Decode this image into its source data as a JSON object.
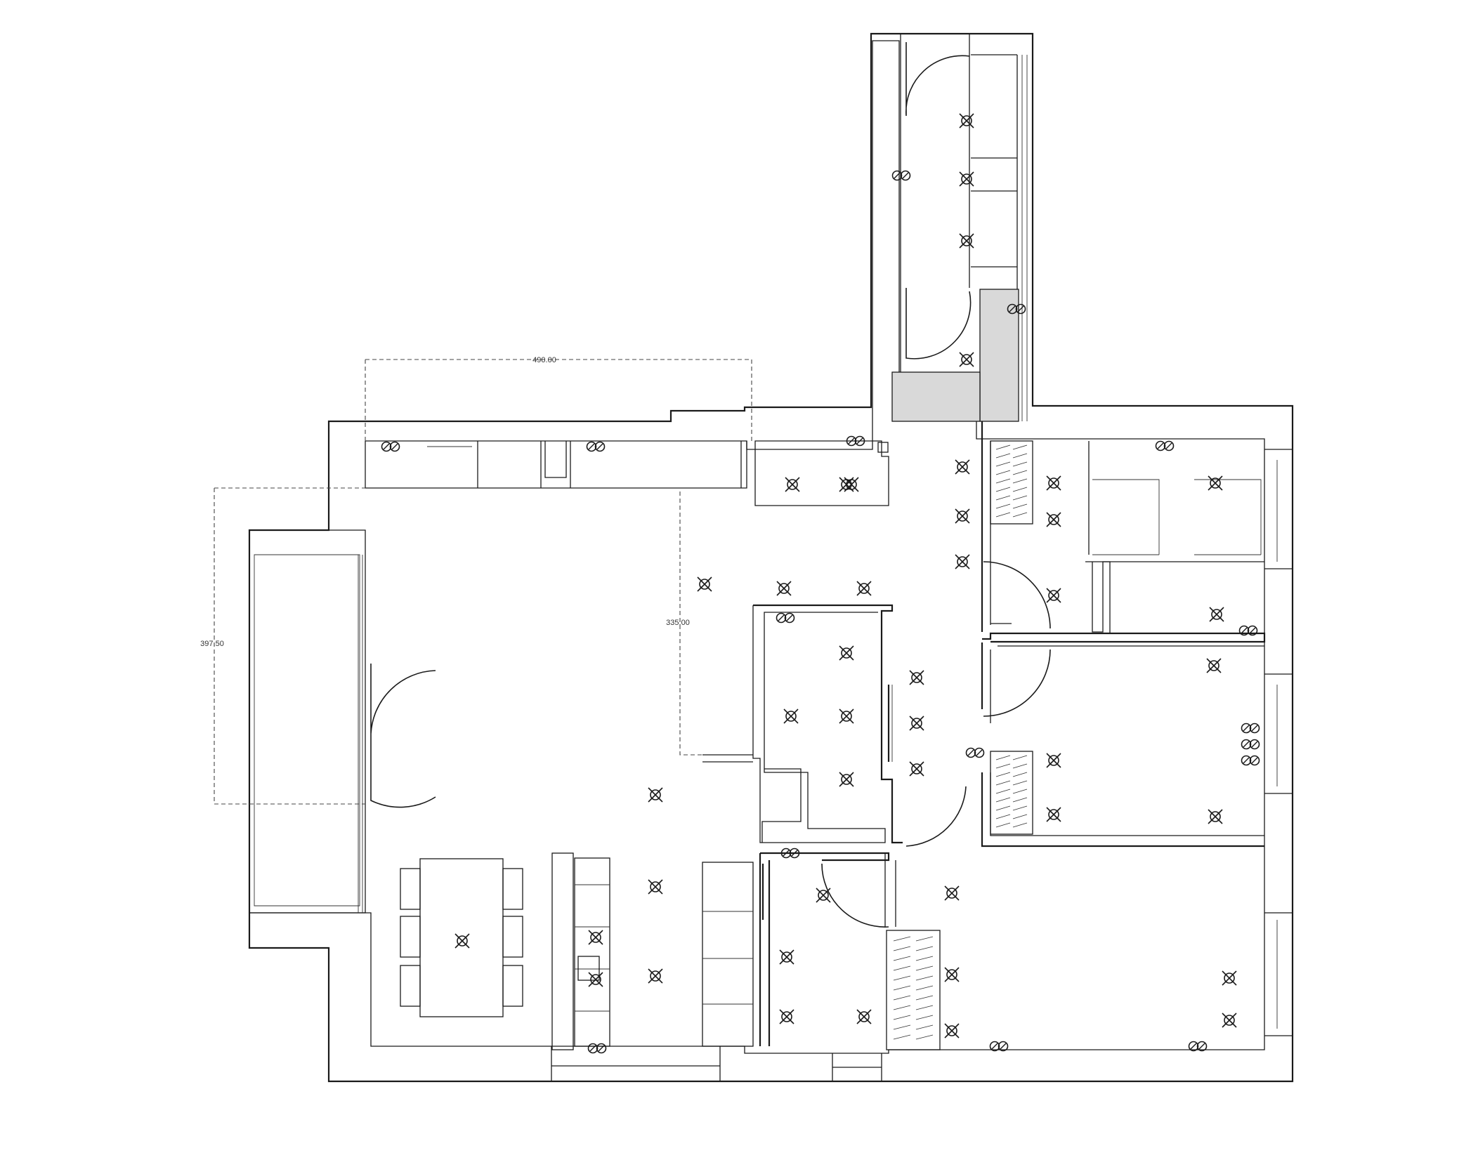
{
  "plan": {
    "dimensions": [
      {
        "id": "top-width",
        "label": "490.00"
      },
      {
        "id": "room-depth",
        "label": "335.00"
      },
      {
        "id": "balcony-height",
        "label": "397.50"
      }
    ]
  },
  "colors": {
    "line": "#1a1a1a",
    "background": "#ffffff",
    "wood_fill": "#d9d9d9"
  },
  "icons": {
    "ceiling_light": "x-circle-icon",
    "wall_light": "double-circle-icon",
    "door": "door-swing-arc"
  }
}
